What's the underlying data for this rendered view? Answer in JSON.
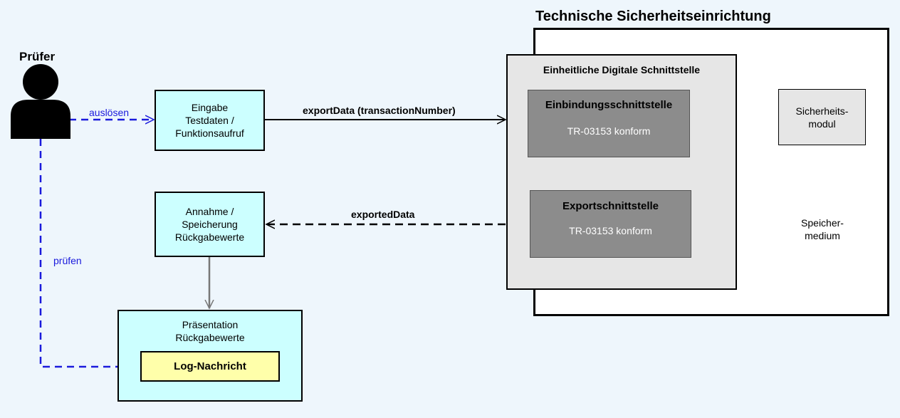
{
  "actor": {
    "name": "Prüfer"
  },
  "boxes": {
    "eingabe": [
      "Eingabe",
      "Testdaten /",
      "Funktionsaufruf"
    ],
    "annahme": [
      "Annahme /",
      "Speicherung",
      "Rückgabewerte"
    ],
    "praesentation": [
      "Präsentation",
      "Rückgabewerte"
    ],
    "log": "Log-Nachricht"
  },
  "tse": {
    "title": "Technische Sicherheitseinrichtung",
    "usi_title": "Einheitliche Digitale Schnittstelle",
    "einbindung": {
      "title": "Einbindungsschnittstelle",
      "sub": "TR-03153 konform"
    },
    "export": {
      "title": "Exportschnittstelle",
      "sub": "TR-03153 konform"
    },
    "sicherheitsmodul": [
      "Sicherheits-",
      "modul"
    ],
    "speichermedium": [
      "Speicher-",
      "medium"
    ]
  },
  "edges": {
    "ausloesen": "auslösen",
    "pruefen": "prüfen",
    "exportData": "exportData (transactionNumber)",
    "exportedData": "exportedData"
  },
  "colors": {
    "background": "#eef6fc",
    "cyan": "#ccffff",
    "yellow": "#ffffaa",
    "blue": "#1a1adc",
    "gray": "#8c8c8c",
    "lightgray": "#e6e6e6"
  }
}
